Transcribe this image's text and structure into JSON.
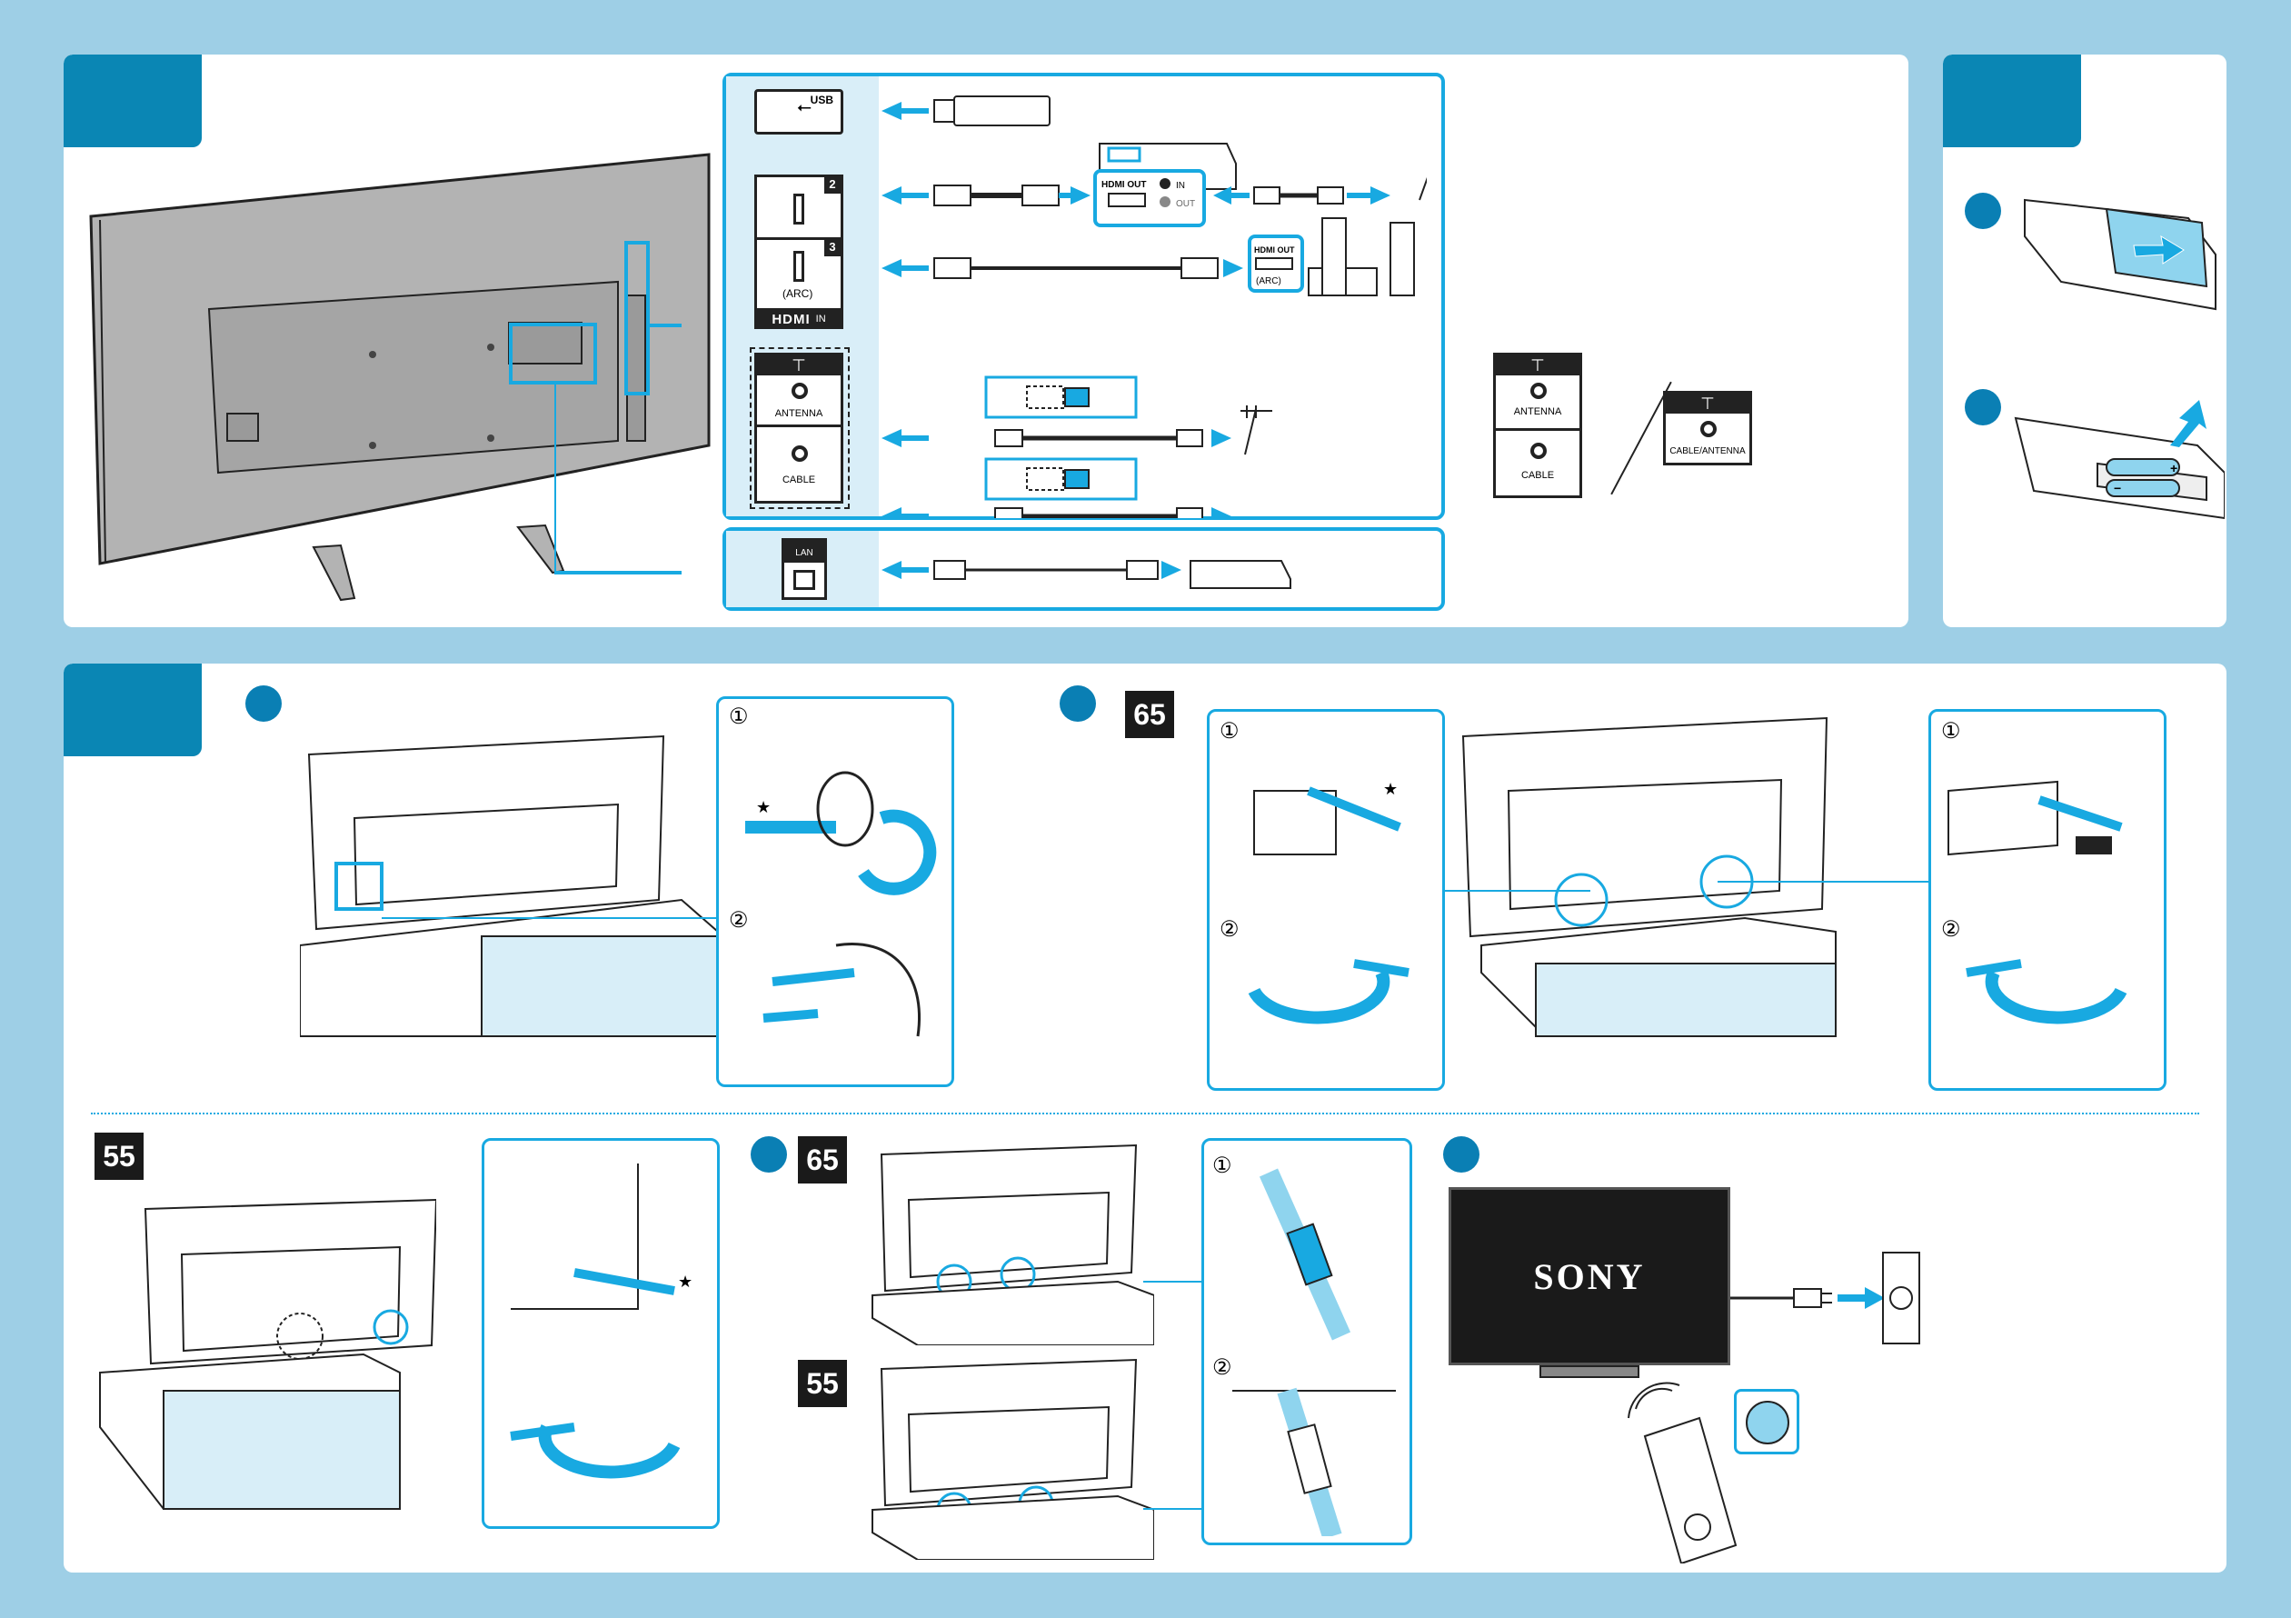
{
  "colors": {
    "background": "#9ecfe6",
    "accent": "#0a86b4",
    "frame": "#18a9e1",
    "arrow": "#18a9e1",
    "tv_gray": "#b3b3b3",
    "line": "#222222"
  },
  "ports": {
    "usb": "USB",
    "hdmi2": "2",
    "hdmi3": "3",
    "arc": "(ARC)",
    "hdmi_logo": "HDMI",
    "hdmi_in": "IN",
    "antenna": "ANTENNA",
    "cable": "CABLE",
    "lan": "LAN",
    "cable_antenna": "CABLE/ANTENNA"
  },
  "devices": {
    "stb_hdmi_out": "HDMI OUT",
    "stb_in": "IN",
    "stb_out": "OUT",
    "av_hdmi_out": "HDMI OUT",
    "av_arc": "(ARC)"
  },
  "sizes": {
    "s65_a": "65",
    "s65_b": "65",
    "s55_a": "55",
    "s55_b": "55"
  },
  "steps": {
    "c1": "①",
    "c2": "②",
    "c3": "①",
    "c4": "②",
    "c5": "①",
    "c6": "②",
    "c7": "①",
    "c8": "②"
  },
  "marks": {
    "star1": "★",
    "star2": "★",
    "star3": "★"
  },
  "brand": {
    "logo": "SONY"
  },
  "battery": {
    "plus": "+",
    "minus": "−"
  },
  "icons": [
    "usb-icon",
    "hdmi-port-icon",
    "antenna-jack-icon",
    "lan-port-icon",
    "antenna-aerial-icon",
    "arrow-icon",
    "remote-control-icon",
    "power-plug-icon",
    "wall-outlet-icon",
    "cable-tie-icon"
  ]
}
